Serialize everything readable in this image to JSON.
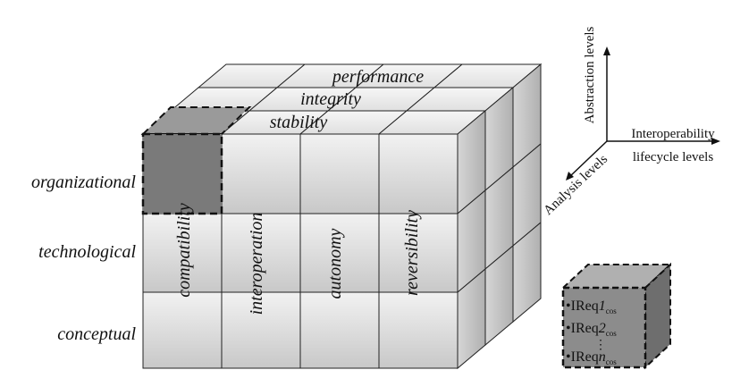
{
  "diagram": {
    "row_labels": {
      "organizational": "organizational",
      "technological": "technological",
      "conceptual": "conceptual"
    },
    "column_labels": {
      "compatibility": "compatibility",
      "interoperation": "interoperation",
      "autonomy": "autonomy",
      "reversibility": "reversibility"
    },
    "depth_labels": {
      "stability": "stability",
      "integrity": "integrity",
      "performance": "performance"
    }
  },
  "axes": {
    "abstraction": "Abstraction levels",
    "lifecycle_line1": "Interoperability",
    "lifecycle_line2": "lifecycle levels",
    "analysis": "Analysis levels"
  },
  "legend_cube": {
    "item1_prefix": "IReq",
    "item1_index": "1",
    "item2_prefix": "IReq",
    "item2_index": "2",
    "item3_prefix": "IReq",
    "item3_index": "n",
    "subscript": "cos",
    "ellipsis": "⋮",
    "bullet": "•"
  },
  "colors": {
    "cube_front": "#dcdcdc",
    "cube_top": "#ececec",
    "cube_side": "#bcbcbc",
    "highlight_cube": "#7a7a7a",
    "legend_cube": "#8c8c8c"
  }
}
